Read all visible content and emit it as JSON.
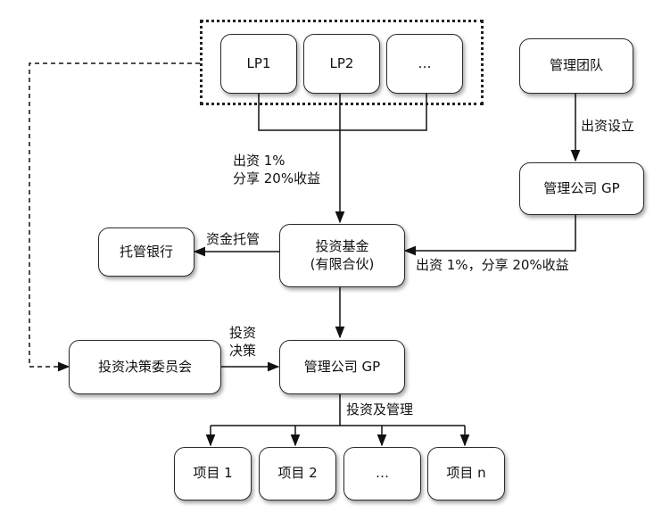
{
  "diagram": {
    "lp_group": [
      {
        "id": "lp1",
        "label": "LP1"
      },
      {
        "id": "lp2",
        "label": "LP2"
      },
      {
        "id": "lp_more",
        "label": "…"
      }
    ],
    "mgmt_team": {
      "label": "管理团队"
    },
    "mgmt_company_top": {
      "label": "管理公司 GP"
    },
    "custody_bank": {
      "label": "托管银行"
    },
    "fund": {
      "line1": "投资基金",
      "line2": "(有限合伙)"
    },
    "investment_committee": {
      "label": "投资决策委员会"
    },
    "mgmt_company_mid": {
      "label": "管理公司 GP"
    },
    "projects": [
      {
        "id": "p1",
        "label": "项目 1"
      },
      {
        "id": "p2",
        "label": "项目 2"
      },
      {
        "id": "p3",
        "label": "…"
      },
      {
        "id": "pn",
        "label": "项目 n"
      }
    ],
    "edge_labels": {
      "lp_contribution_line1": "出资 1%",
      "lp_contribution_line2": "分享 20%收益",
      "team_setup": "出资设立",
      "custody": "资金托管",
      "gp_contribution": "出资 1%，分享 20%收益",
      "decision_line1": "投资",
      "decision_line2": "决策",
      "invest_manage": "投资及管理"
    }
  }
}
